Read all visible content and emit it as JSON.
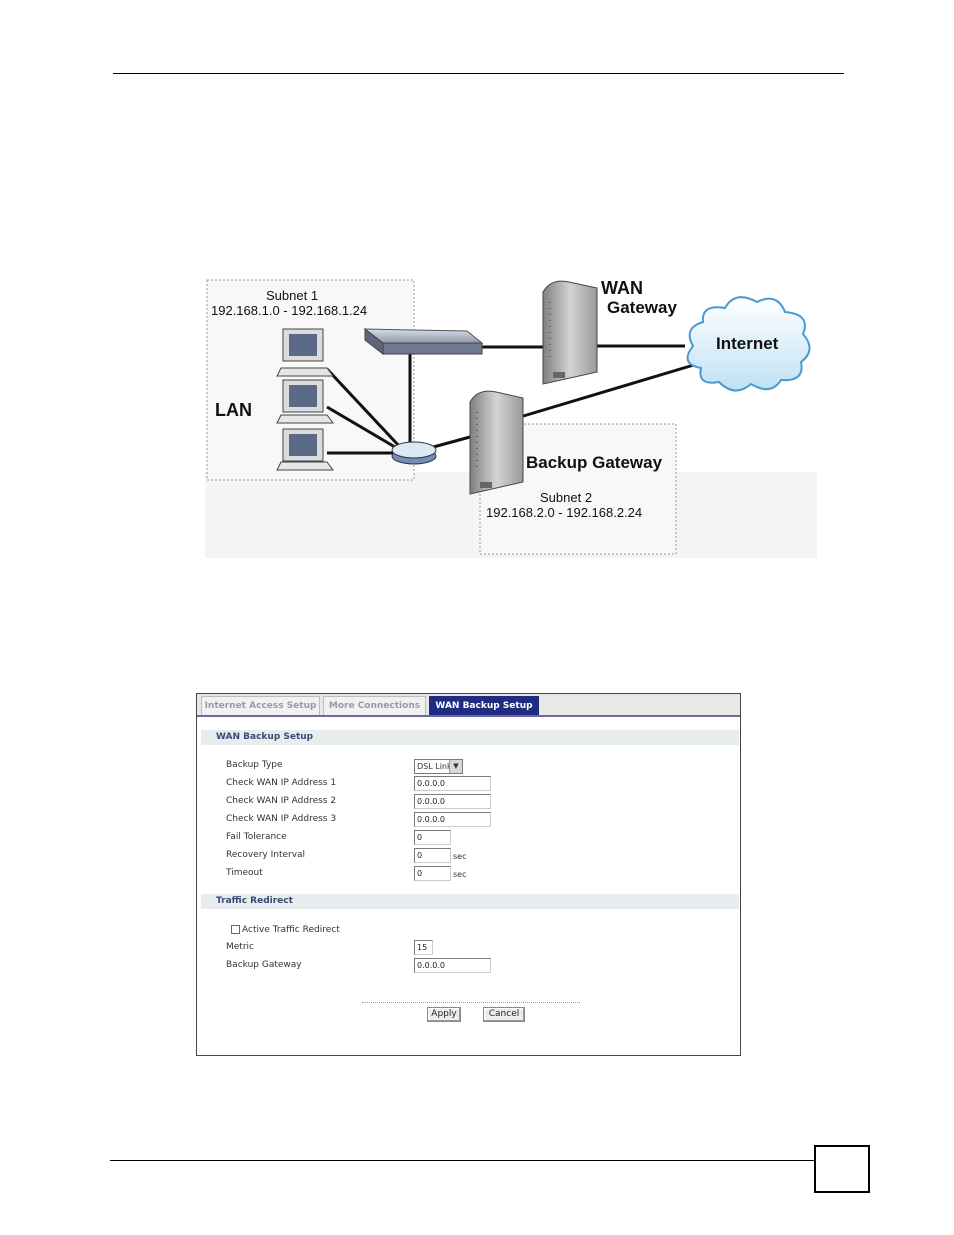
{
  "diagram": {
    "subnet1_title": "Subnet 1",
    "subnet1_range": "192.168.1.0 - 192.168.1.24",
    "lan_label": "LAN",
    "wan_label": "WAN",
    "wan_gateway_label": "Gateway",
    "internet_label": "Internet",
    "backup_gateway_label": "Backup Gateway",
    "subnet2_title": "Subnet 2",
    "subnet2_range": "192.168.2.0 - 192.168.2.24"
  },
  "ui": {
    "tabs": [
      "Internet Access Setup",
      "More Connections",
      "WAN Backup Setup"
    ],
    "wan_section_title": "WAN Backup Setup",
    "fields": {
      "backup_type_label": "Backup Type",
      "backup_type_value": "DSL Link",
      "check_ip1_label": "Check WAN IP Address  1",
      "check_ip1_value": "0.0.0.0",
      "check_ip2_label": "Check WAN IP Address  2",
      "check_ip2_value": "0.0.0.0",
      "check_ip3_label": "Check WAN IP Address  3",
      "check_ip3_value": "0.0.0.0",
      "fail_tolerance_label": "Fail Tolerance",
      "fail_tolerance_value": "0",
      "recovery_interval_label": "Recovery Interval",
      "recovery_interval_value": "0",
      "timeout_label": "Timeout",
      "timeout_value": "0",
      "sec_unit": "sec"
    },
    "traffic_section_title": "Traffic Redirect",
    "traffic": {
      "active_label": "Active Traffic Redirect",
      "metric_label": "Metric",
      "metric_value": "15",
      "backup_gateway_label": "Backup Gateway",
      "backup_gateway_value": "0.0.0.0"
    },
    "apply_label": "Apply",
    "cancel_label": "Cancel"
  }
}
